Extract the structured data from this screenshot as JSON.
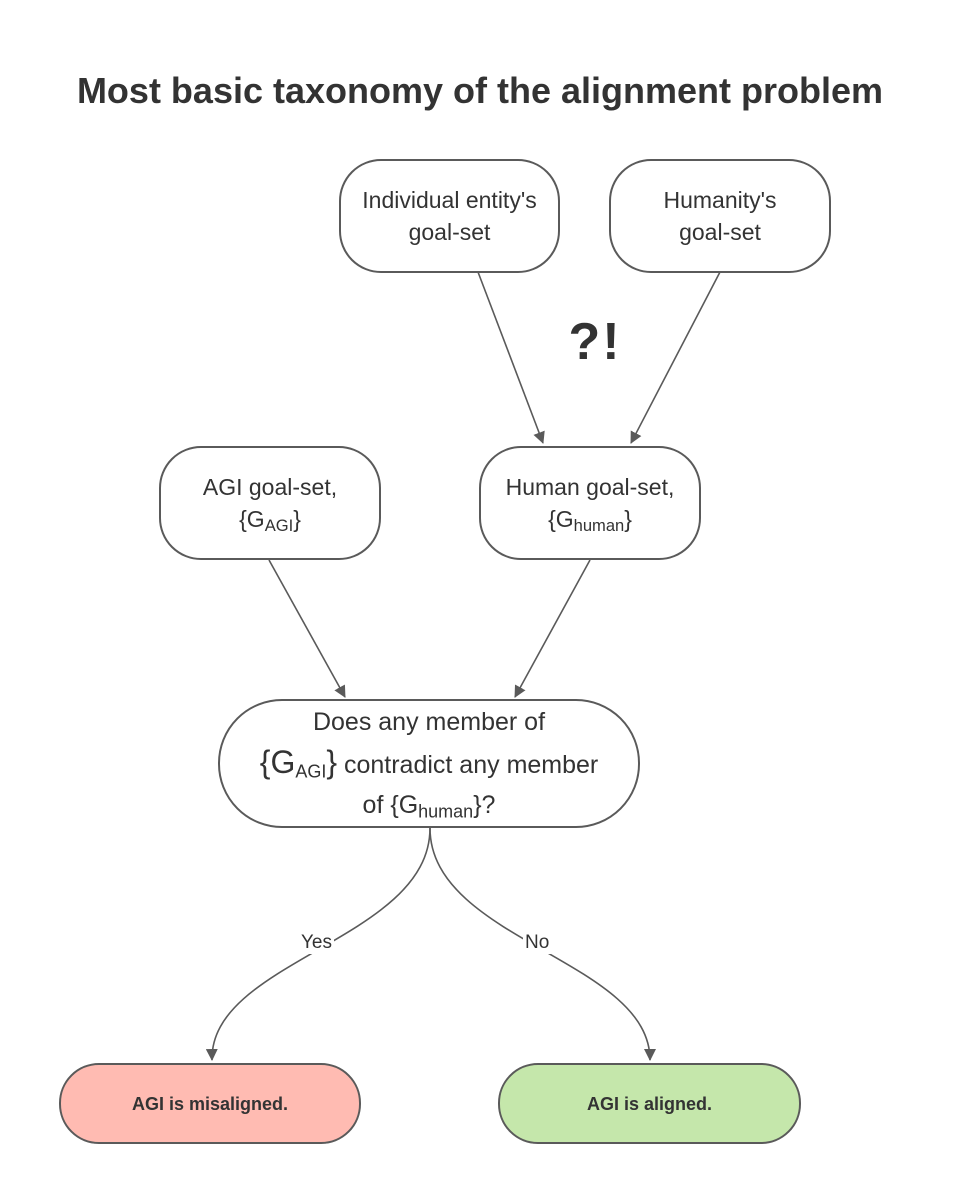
{
  "title": "Most basic taxonomy of the alignment problem",
  "colors": {
    "stroke": "#5a5a5a",
    "text": "#333333",
    "misaligned_fill": "#ffbbb2",
    "aligned_fill": "#c5e7ab"
  },
  "nodes": {
    "individual_goal_set": {
      "line1": "Individual entity's",
      "line2": "goal-set"
    },
    "humanity_goal_set": {
      "line1": "Humanity's",
      "line2": "goal-set"
    },
    "agi_goal_set": {
      "line1": "AGI goal-set,",
      "open": "{G",
      "sub": "AGI",
      "close": "}"
    },
    "human_goal_set": {
      "line1": "Human goal-set,",
      "open": "{G",
      "sub": "human",
      "close": "}"
    },
    "question": {
      "line1": "Does any member of",
      "line2_open": "{G",
      "line2_sub": "AGI",
      "line2_close": "}",
      "line2_rest": " contradict any member",
      "line3_pre": "of {G",
      "line3_sub": "human",
      "line3_post": "}?"
    },
    "misaligned": {
      "label": "AGI is misaligned."
    },
    "aligned": {
      "label": "AGI is aligned."
    }
  },
  "conflict_mark": "?!",
  "edge_labels": {
    "yes": "Yes",
    "no": "No"
  }
}
